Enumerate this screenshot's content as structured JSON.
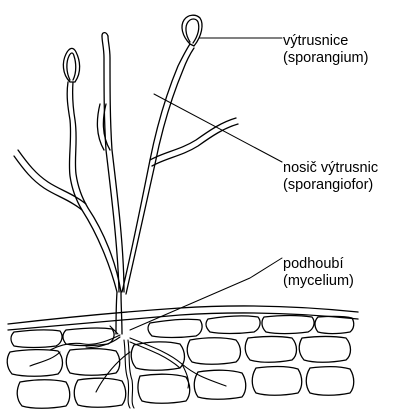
{
  "labels": {
    "sporangium": {
      "name": "výtrusnice",
      "latin": "(sporangium)"
    },
    "sporangiophore": {
      "name": "nosič výtrusnic",
      "latin": "(sporangiofor)"
    },
    "mycelium": {
      "name": "podhoubí",
      "latin": "(mycelium)"
    }
  }
}
